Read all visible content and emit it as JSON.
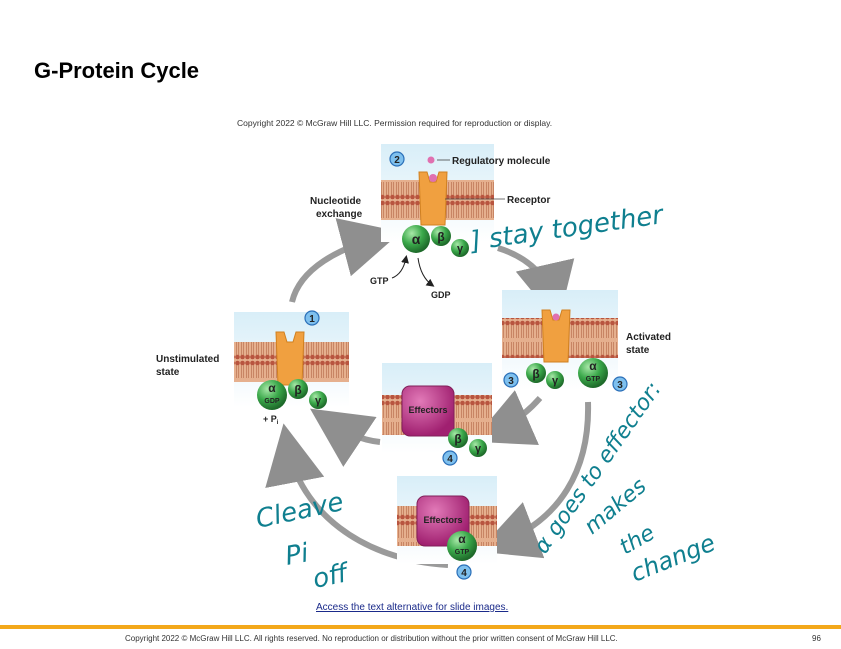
{
  "slide": {
    "title": "G-Protein Cycle",
    "figure_copyright": "Copyright 2022 © McGraw Hill LLC. Permission required for reproduction or display.",
    "access_link": "Access the text alternative for slide images.",
    "footer_copyright": "Copyright 2022 © McGraw Hill LLC. All rights reserved. No reproduction or distribution without the prior written consent of McGraw Hill LLC.",
    "page_number": "96",
    "accent_color": "#f3a81a"
  },
  "diagram": {
    "labels": {
      "regulatory_molecule": "Regulatory molecule",
      "receptor": "Receptor",
      "nucleotide_exchange_1": "Nucleotide",
      "nucleotide_exchange_2": "exchange",
      "gtp": "GTP",
      "gdp": "GDP",
      "activated_1": "Activated",
      "activated_2": "state",
      "unstimulated_1": "Unstimulated",
      "unstimulated_2": "state",
      "effectors": "Effectors",
      "plus_pi": "+ P",
      "pi_sub": "i"
    },
    "subunits": {
      "alpha": "α",
      "beta": "β",
      "gamma": "γ",
      "gdp": "GDP",
      "gtp": "GTP"
    },
    "steps": {
      "s1": "1",
      "s2": "2",
      "s3a": "3",
      "s3b": "3",
      "s4a": "4",
      "s4b": "4"
    },
    "colors": {
      "membrane": "#c9705a",
      "receptor": "#f0a040",
      "subunit": "#3aa84a",
      "effector": "#c0308a",
      "arrow": "#9a9a9a",
      "step_circle": "#3a8fd8",
      "handwriting": "#0f7f8f"
    }
  },
  "annotations": {
    "stay_together": "] stay together",
    "cleave_1": "Cleave",
    "cleave_2": "Pi",
    "cleave_3": "off",
    "alpha_effector_1": "α goes to effector:",
    "alpha_effector_2": "makes",
    "alpha_effector_3": "the",
    "alpha_effector_4": "change"
  }
}
